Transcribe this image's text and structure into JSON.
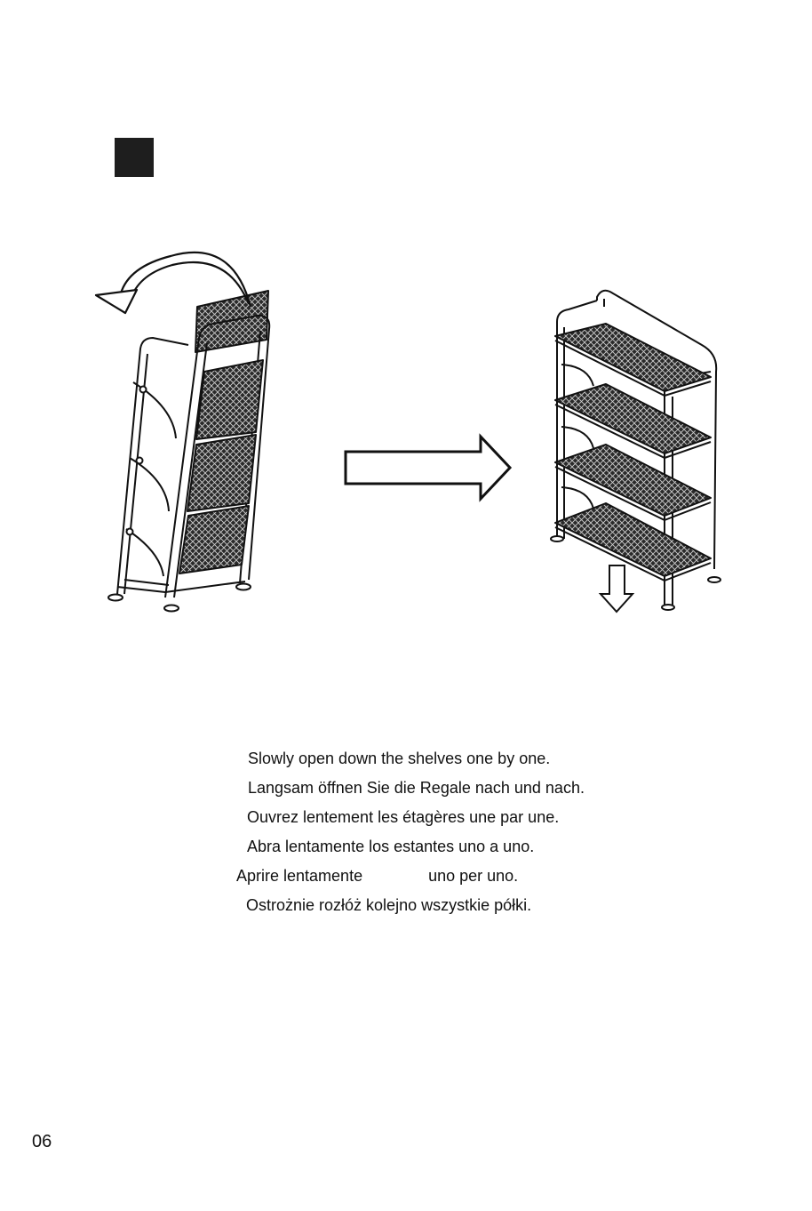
{
  "step": {
    "icon": "step-square-icon"
  },
  "illustration": {
    "left_icon": "folded-shelf-unit-icon",
    "rotate_icon": "curved-rotate-arrow-icon",
    "transition_icon": "right-arrow-icon",
    "right_icon": "open-shelf-unit-icon",
    "down_icon": "down-arrow-icon"
  },
  "instructions": {
    "en": "Slowly open down the shelves one by one.",
    "de": "Langsam öffnen Sie die Regale nach und nach.",
    "fr": "Ouvrez lentement les étagères une par une.",
    "es": "Abra lentamente los estantes uno a uno.",
    "it_part1": "Aprire lentamente",
    "it_part2": "uno per uno.",
    "pl": "Ostrożnie rozłóż kolejno wszystkie półki."
  },
  "page_number": "06"
}
